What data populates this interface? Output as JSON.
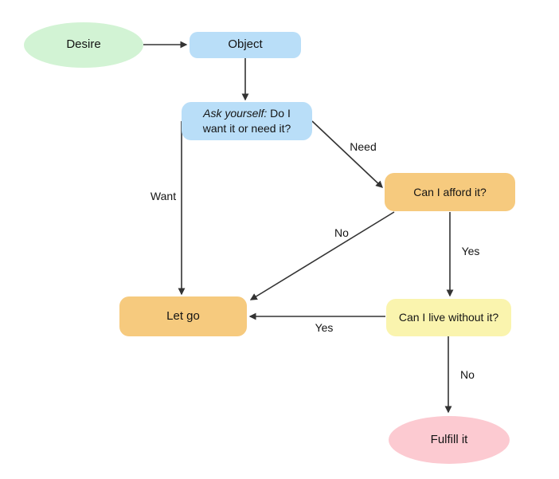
{
  "colors": {
    "background": "#ffffff",
    "line": "#333333",
    "text": "#141414",
    "node_green": "#d2f3d4",
    "node_blue": "#b9def8",
    "node_orange": "#f6ca7e",
    "node_yellow": "#faf4ae",
    "node_pink": "#fccad1"
  },
  "nodes": {
    "desire": {
      "label": "Desire",
      "shape": "ellipse",
      "color": "#d2f3d4"
    },
    "object": {
      "label": "Object",
      "shape": "rounded-rect",
      "color": "#b9def8"
    },
    "ask": {
      "label_italic": "Ask yourself:",
      "label_line1_rest": " Do I",
      "label_line2": "want it or need it?",
      "shape": "rounded-rect",
      "color": "#b9def8"
    },
    "afford": {
      "label": "Can I afford it?",
      "shape": "rounded-rect",
      "color": "#f6ca7e"
    },
    "letgo": {
      "label": "Let go",
      "shape": "rounded-rect",
      "color": "#f6ca7e"
    },
    "live": {
      "label": "Can I live without it?",
      "shape": "rounded-rect",
      "color": "#faf4ae"
    },
    "fulfill": {
      "label": "Fulfill it",
      "shape": "ellipse",
      "color": "#fccad1"
    }
  },
  "edges": [
    {
      "from": "desire",
      "to": "object",
      "label": ""
    },
    {
      "from": "object",
      "to": "ask",
      "label": ""
    },
    {
      "from": "ask",
      "to": "afford",
      "label": "Need"
    },
    {
      "from": "ask",
      "to": "letgo",
      "label": "Want"
    },
    {
      "from": "afford",
      "to": "letgo",
      "label": "No"
    },
    {
      "from": "afford",
      "to": "live",
      "label": "Yes"
    },
    {
      "from": "live",
      "to": "letgo",
      "label": "Yes"
    },
    {
      "from": "live",
      "to": "fulfill",
      "label": "No"
    }
  ]
}
